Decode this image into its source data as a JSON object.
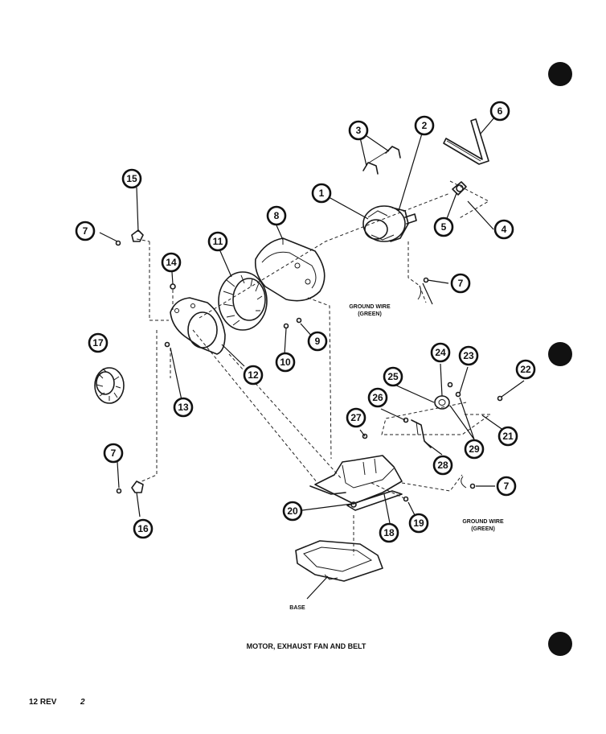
{
  "caption": "MOTOR, EXHAUST FAN AND BELT",
  "page_number": "12 REV",
  "page_mark": "2",
  "labels": {
    "ground_wire_upper_1": "GROUND WIRE",
    "ground_wire_upper_2": "(GREEN)",
    "ground_wire_lower_1": "GROUND WIRE",
    "ground_wire_lower_2": "(GREEN)",
    "base": "BASE"
  },
  "callouts": {
    "c1": "1",
    "c2": "2",
    "c3": "3",
    "c4": "4",
    "c5": "5",
    "c6": "6",
    "c7a": "7",
    "c7b": "7",
    "c7c": "7",
    "c7d": "7",
    "c8": "8",
    "c9": "9",
    "c10": "10",
    "c11": "11",
    "c12": "12",
    "c13": "13",
    "c14": "14",
    "c15": "15",
    "c16": "16",
    "c17": "17",
    "c18": "18",
    "c19": "19",
    "c20": "20",
    "c21": "21",
    "c22": "22",
    "c23": "23",
    "c24": "24",
    "c25": "25",
    "c26": "26",
    "c27": "27",
    "c28": "28",
    "c29": "29"
  }
}
